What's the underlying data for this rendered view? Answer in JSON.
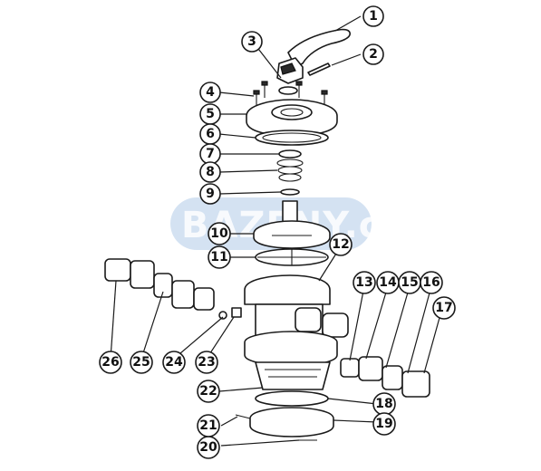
{
  "watermark": {
    "text": "BAZENY.cz"
  },
  "callouts": [
    {
      "id": "1"
    },
    {
      "id": "2"
    },
    {
      "id": "3"
    },
    {
      "id": "4"
    },
    {
      "id": "5"
    },
    {
      "id": "6"
    },
    {
      "id": "7"
    },
    {
      "id": "8"
    },
    {
      "id": "9"
    },
    {
      "id": "10"
    },
    {
      "id": "11"
    },
    {
      "id": "12"
    },
    {
      "id": "13"
    },
    {
      "id": "14"
    },
    {
      "id": "15"
    },
    {
      "id": "16"
    },
    {
      "id": "17"
    },
    {
      "id": "18"
    },
    {
      "id": "19"
    },
    {
      "id": "20"
    },
    {
      "id": "21"
    },
    {
      "id": "22"
    },
    {
      "id": "23"
    },
    {
      "id": "24"
    },
    {
      "id": "25"
    },
    {
      "id": "26"
    }
  ]
}
